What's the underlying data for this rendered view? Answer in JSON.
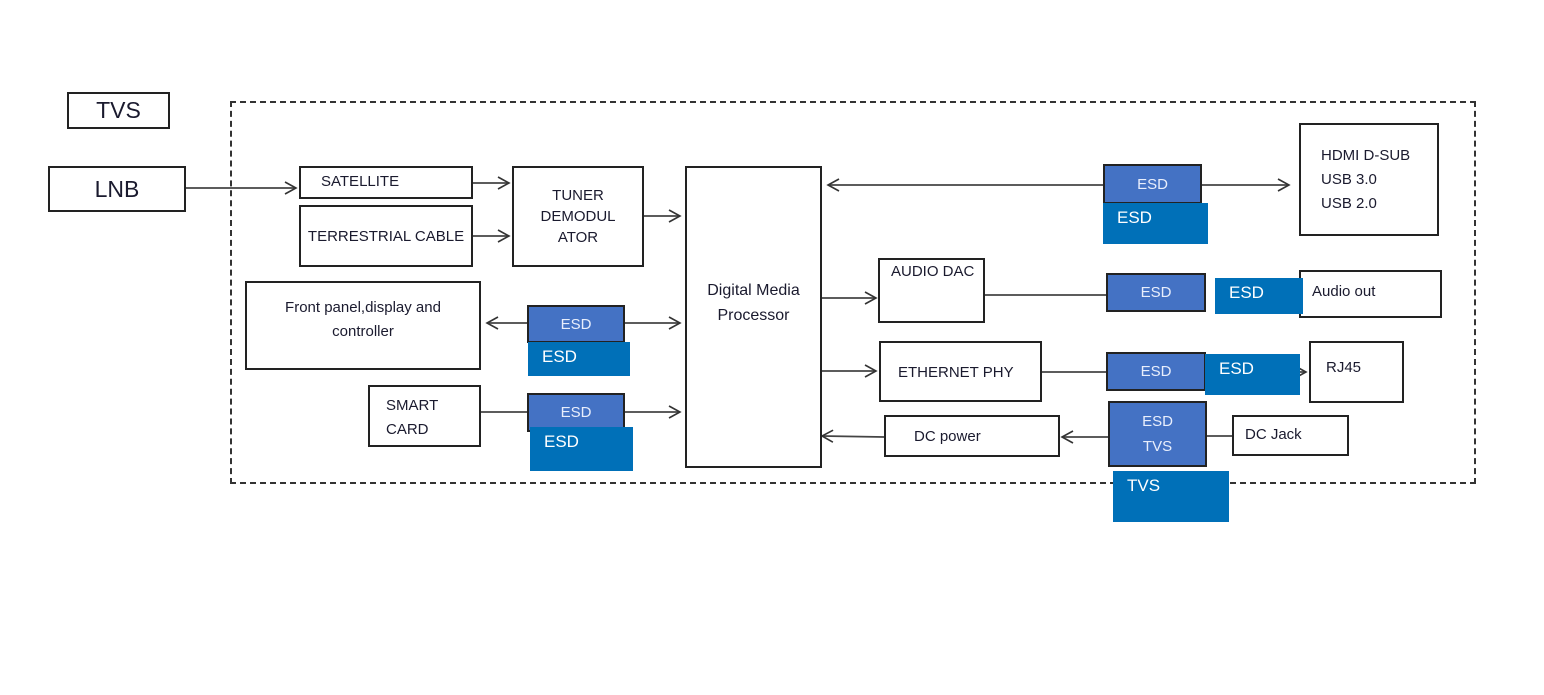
{
  "legend": {
    "label": "TVS"
  },
  "external": {
    "lnb": "LNB"
  },
  "blocks": {
    "satellite": "SATELLITE",
    "terrestrial": "TERRESTRIAL CABLE",
    "tuner": [
      "TUNER",
      "DEMODUL",
      "ATOR"
    ],
    "front_panel": [
      "Front panel,display and",
      "controller"
    ],
    "smart_card": [
      "SMART",
      "CARD"
    ],
    "dmp": [
      "Digital Media",
      "Processor"
    ],
    "audio_dac": "AUDIO DAC",
    "ethernet_phy": "ETHERNET PHY",
    "dc_power": "DC power",
    "hdmi": [
      "HDMI D-SUB",
      "USB 3.0",
      "USB 2.0"
    ],
    "audio_out": "Audio out",
    "rj45": "RJ45",
    "dc_jack": "DC Jack"
  },
  "protection": {
    "esd_label": "ESD",
    "tvs_label": "TVS",
    "esd_tvs": [
      "ESD",
      "TVS"
    ]
  },
  "annotations": {
    "hdmi": "ESD",
    "audio": "ESD",
    "ethernet": "ESD",
    "front_panel": "ESD",
    "smart_card": "ESD",
    "dc": "TVS"
  },
  "colors": {
    "esd_block": "#4472c4",
    "annotation": "#0070b8"
  }
}
